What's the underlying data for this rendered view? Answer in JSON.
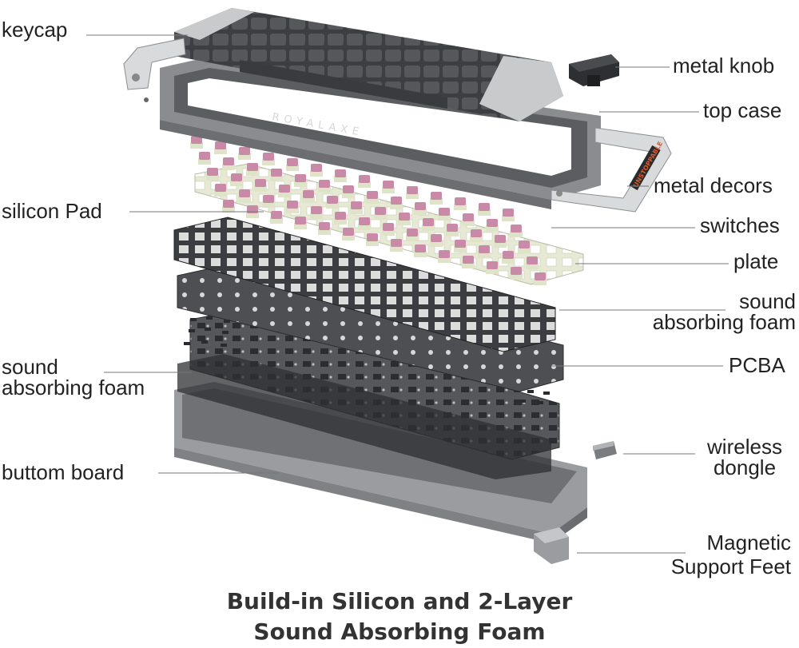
{
  "labels": {
    "keycap": "keycap",
    "metal_knob": "metal knob",
    "top_case": "top case",
    "metal_decors": "metal decors",
    "silicon_pad": "silicon Pad",
    "switches": "switches",
    "plate": "plate",
    "sound_foam_right_1": "sound",
    "sound_foam_right_2": "absorbing foam",
    "sound_foam_left_1": "sound",
    "sound_foam_left_2": "absorbing foam",
    "pcba": "PCBA",
    "wireless_dongle_1": "wireless",
    "wireless_dongle_2": "dongle",
    "bottom_board": "buttom board",
    "magnetic_feet_1": "Magnetic",
    "magnetic_feet_2": "Support Feet"
  },
  "brand": {
    "case_logo": "ROYALAXE",
    "decor_text": "UNSTOPPABLE"
  },
  "caption": {
    "line1": "Build-in Silicon and 2-Layer",
    "line2": "Sound Absorbing Foam"
  },
  "colors": {
    "keycap_dark": "#4a4b4e",
    "keycap_light": "#c9cacc",
    "case_gray": "#8a8c8f",
    "switch_pink": "#c98aa8",
    "plate_green": "#e8ecd8",
    "foam_dark": "#3a3b3e",
    "pcb_dark": "#505256",
    "accent_orange": "#d95a2a"
  }
}
